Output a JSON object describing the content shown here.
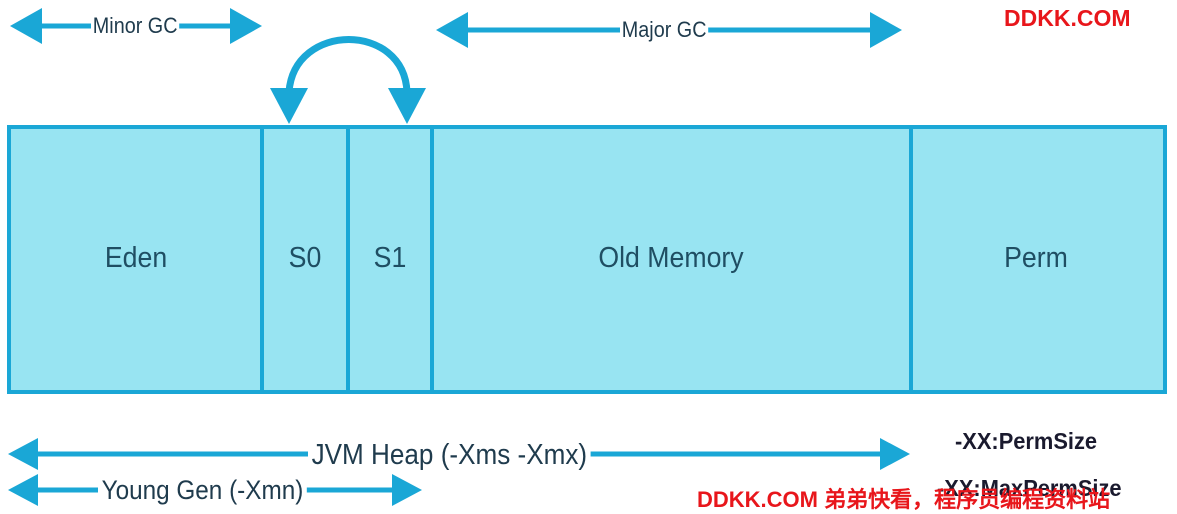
{
  "gc_labels": {
    "minor": "Minor GC",
    "major": "Major GC"
  },
  "regions": [
    {
      "id": "eden",
      "label": "Eden"
    },
    {
      "id": "s0",
      "label": "S0"
    },
    {
      "id": "s1",
      "label": "S1"
    },
    {
      "id": "old",
      "label": "Old Memory"
    },
    {
      "id": "perm",
      "label": "Perm"
    }
  ],
  "spans": {
    "heap": "JVM Heap (-Xms -Xmx)",
    "young": "Young Gen (-Xmn)"
  },
  "perm_flags": [
    "-XX:PermSize",
    "-XX:MaxPermSize"
  ],
  "watermarks": {
    "top": "DDKK.COM",
    "bottom": "DDKK.COM 弟弟快看，程序员编程资料站"
  },
  "colors": {
    "region_fill": "#98e4f2",
    "border": "#1aa7d6",
    "arrow": "#1aa7d6",
    "watermark": "#e8161b"
  }
}
